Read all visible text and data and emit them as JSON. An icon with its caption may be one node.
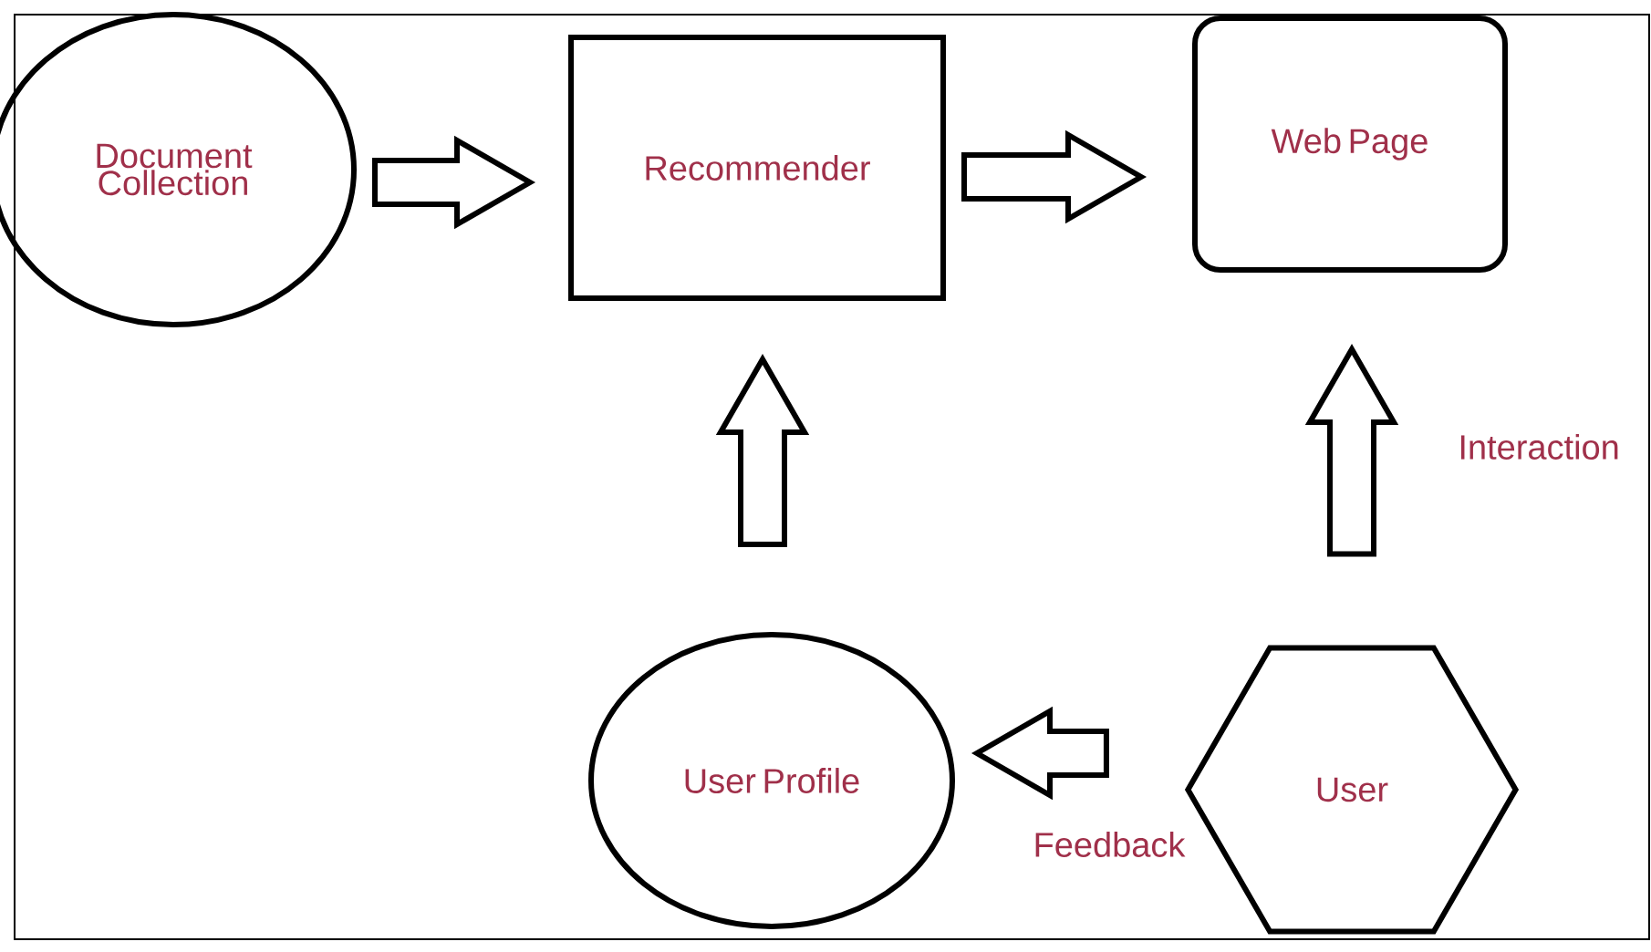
{
  "diagram": {
    "nodes": [
      {
        "text": [
          "Document Collection"
        ]
      },
      {
        "text": [
          "Recommender"
        ]
      },
      {
        "text": [
          "Web Page"
        ]
      },
      {
        "text": [
          "User Profile"
        ]
      },
      {
        "text": [
          "User"
        ]
      }
    ],
    "edges": [
      {
        "from": 0,
        "to": 1,
        "arrow": "to"
      },
      {
        "from": 1,
        "to": 2,
        "arrow": "to"
      },
      {
        "from": 3,
        "to": 1,
        "arrow": "to"
      },
      {
        "from": 4,
        "to": 2,
        "arrow": "to",
        "label": "Interaction"
      },
      {
        "from": 4,
        "to": 3,
        "arrow": "to",
        "label": "Feedback"
      }
    ]
  }
}
